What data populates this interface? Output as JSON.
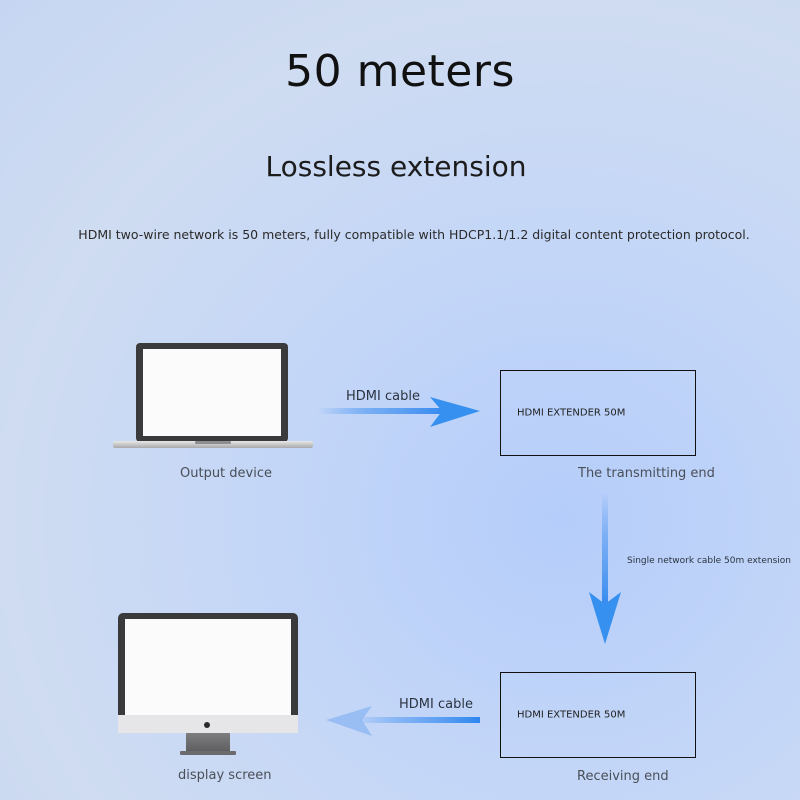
{
  "header": {
    "title": "50 meters",
    "subtitle": "Lossless extension",
    "description": "HDMI two-wire network is 50 meters, fully compatible with HDCP1.1/1.2 digital content protection protocol."
  },
  "nodes": {
    "output_device": {
      "caption": "Output device",
      "icon": "laptop-icon"
    },
    "transmitter": {
      "box_label": "HDMI EXTENDER 50M",
      "caption": "The transmitting end"
    },
    "receiver": {
      "box_label": "HDMI EXTENDER 50M",
      "caption": "Receiving end"
    },
    "display": {
      "caption": "display screen",
      "icon": "monitor-icon"
    }
  },
  "edges": {
    "laptop_to_transmitter": {
      "label": "HDMI cable"
    },
    "transmitter_to_receiver": {
      "label": "Single network cable 50m extension"
    },
    "receiver_to_display": {
      "label": "HDMI cable"
    }
  },
  "colors": {
    "arrow": "#3b8cf2",
    "arrow_dark": "#2f7de8"
  }
}
